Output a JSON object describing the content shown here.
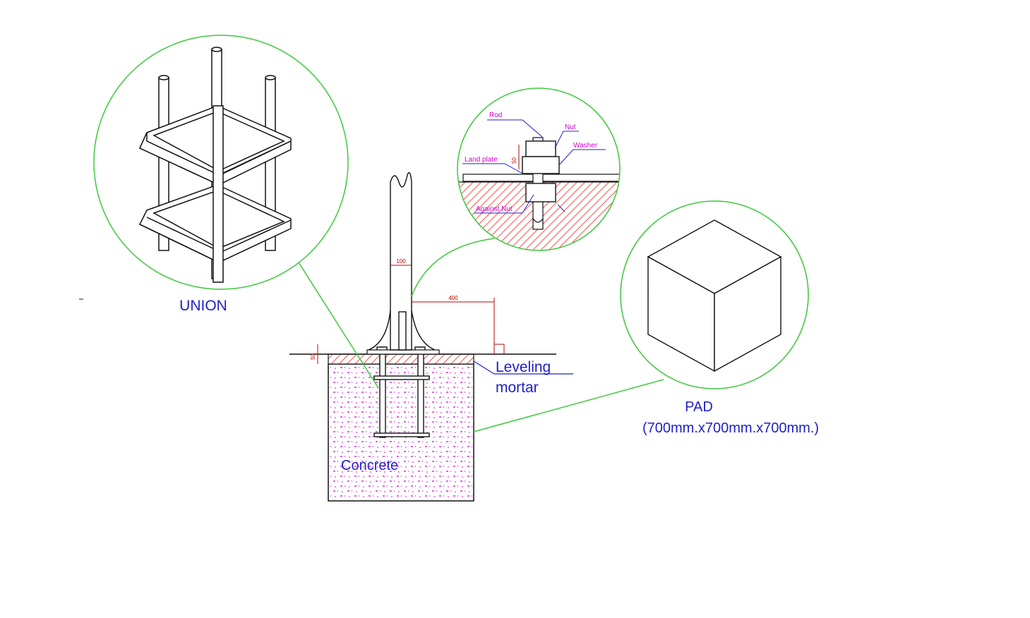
{
  "labels": {
    "union": "UNION",
    "leveling_line1": "Leveling",
    "leveling_line2": "mortar",
    "concrete": "Concrete",
    "pad_title": "PAD",
    "pad_dims": "(700mm.x700mm.x700mm.)"
  },
  "detail_labels": {
    "rod": "Rod",
    "nut": "Nut",
    "washer": "Washer",
    "land_plate": "Land plate",
    "against_nut": "Against Nut",
    "dim": "50"
  },
  "dimensions": {
    "pole_width": "100",
    "offset": "400",
    "mortar": "50"
  },
  "colors": {
    "circle": "#3cc83c",
    "label_blue": "#2020c8",
    "detail_magenta": "#d000d0",
    "hatch": "#d03030",
    "dim_red": "#c00000",
    "line": "#111111"
  }
}
